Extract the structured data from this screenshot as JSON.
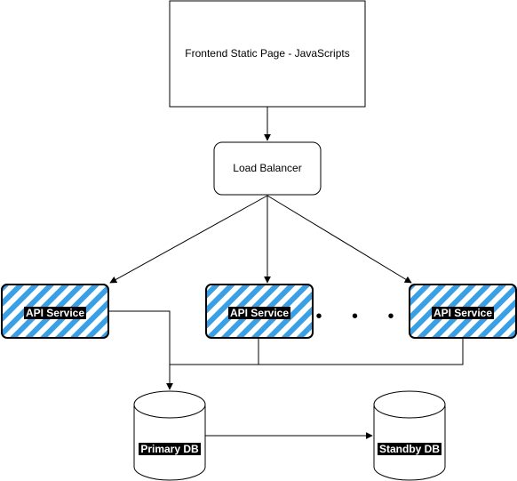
{
  "nodes": {
    "frontend": {
      "label": "Frontend Static Page - JavaScripts"
    },
    "load_balancer": {
      "label": "Load Balancer"
    },
    "api_services": [
      {
        "label": "API Service"
      },
      {
        "label": "API Service"
      },
      {
        "label": "API Service"
      }
    ],
    "ellipsis": "• • •",
    "primary_db": {
      "label": "Primary DB"
    },
    "standby_db": {
      "label": "Standby DB"
    }
  },
  "colors": {
    "hatch": "#3aa0e6",
    "stroke": "#000000",
    "label_bg": "#000000",
    "label_fg": "#ffffff"
  }
}
